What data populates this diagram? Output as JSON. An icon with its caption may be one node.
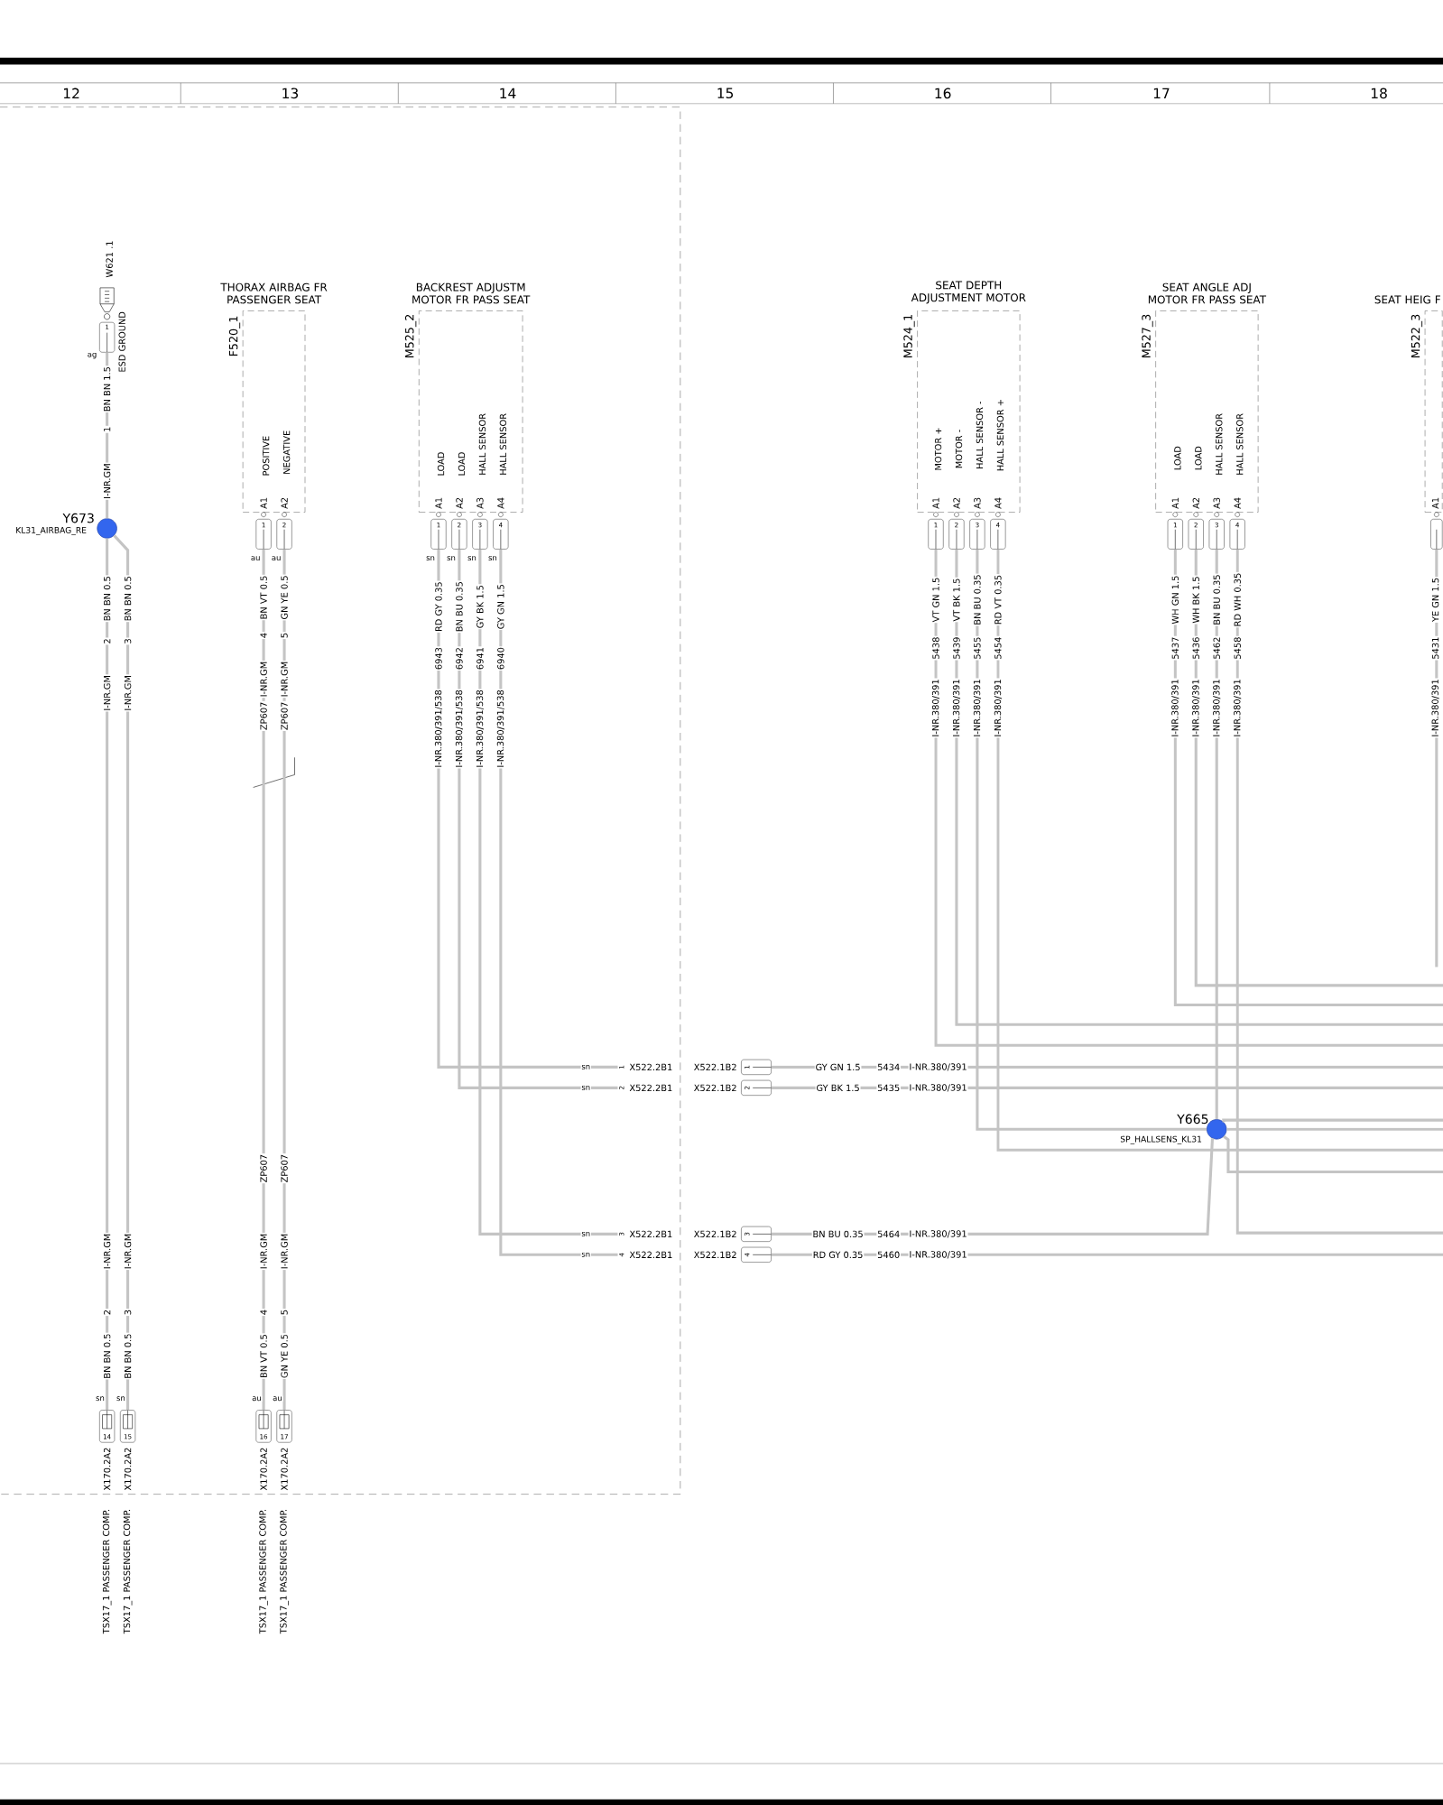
{
  "diagram": {
    "nodes": [
      {
        "text": [
          "1"
        ],
        "beside": [
          "W621 .1",
          "ESD GROUND",
          "ag"
        ]
      },
      {
        "text": [],
        "shape": "circle",
        "beside": [
          "Y673",
          "KL31_AIRBAG_RE"
        ]
      },
      {
        "text": [
          "THORAX AIRBAG FR PASSENGER SEAT",
          "F520_1"
        ]
      },
      {
        "text": [
          "1"
        ]
      },
      {
        "text": [
          "2"
        ]
      },
      {
        "text": [
          "BACKREST ADJUSTM MOTOR FR PASS SEAT",
          "M525_2"
        ]
      },
      {
        "text": [
          "1"
        ]
      },
      {
        "text": [
          "2"
        ]
      },
      {
        "text": [
          "3"
        ]
      },
      {
        "text": [
          "4"
        ]
      },
      {
        "text": [
          "SEAT DEPTH ADJUSTMENT MOTOR",
          "M524_1"
        ]
      },
      {
        "text": [
          "1"
        ]
      },
      {
        "text": [
          "2"
        ]
      },
      {
        "text": [
          "3"
        ]
      },
      {
        "text": [
          "4"
        ]
      },
      {
        "text": [
          "SEAT ANGLE ADJ MOTOR FR PASS SEAT",
          "M527_3"
        ]
      },
      {
        "text": [
          "1"
        ]
      },
      {
        "text": [
          "2"
        ]
      },
      {
        "text": [
          "3"
        ]
      },
      {
        "text": [
          "4"
        ]
      },
      {
        "text": [
          "SEAT HEIG F",
          "M522_3"
        ]
      },
      {
        "text": [],
        "shape": "box"
      },
      {
        "text": [],
        "shape": "circle",
        "beside": [
          "Y665",
          "SP_HALLSENS_KL31"
        ]
      },
      {
        "text": [
          "1"
        ],
        "beside": [
          "X522.2B1"
        ]
      },
      {
        "text": [
          "2"
        ],
        "beside": [
          "X522.2B1"
        ]
      },
      {
        "text": [
          "3"
        ],
        "beside": [
          "X522.2B1"
        ]
      },
      {
        "text": [
          "4"
        ],
        "beside": [
          "X522.2B1"
        ]
      },
      {
        "text": [
          "1"
        ],
        "beside": [
          "X522.1B2"
        ]
      },
      {
        "text": [
          "2"
        ],
        "beside": [
          "X522.1B2"
        ]
      },
      {
        "text": [
          "3"
        ],
        "beside": [
          "X522.1B2"
        ]
      },
      {
        "text": [
          "4"
        ],
        "beside": [
          "X522.1B2"
        ]
      },
      {
        "text": [
          "14"
        ]
      },
      {
        "text": [
          "15"
        ]
      },
      {
        "text": [
          "16"
        ]
      },
      {
        "text": [
          "17"
        ]
      }
    ],
    "edges": [
      {
        "from": 0,
        "to": 1,
        "arrow": "none"
      },
      {
        "from": 1,
        "to": 31,
        "arrow": "none"
      },
      {
        "from": 1,
        "to": 32,
        "arrow": "none"
      },
      {
        "from": 3,
        "to": 33,
        "arrow": "none"
      },
      {
        "from": 4,
        "to": 34,
        "arrow": "none"
      },
      {
        "from": 6,
        "to": 23,
        "arrow": "none"
      },
      {
        "from": 7,
        "to": 24,
        "arrow": "none"
      },
      {
        "from": 8,
        "to": 25,
        "arrow": "none"
      },
      {
        "from": 9,
        "to": 26,
        "arrow": "none"
      },
      {
        "from": 27,
        "to": null,
        "arrow": "none"
      },
      {
        "from": 28,
        "to": null,
        "arrow": "none"
      },
      {
        "from": 11,
        "to": null,
        "arrow": "none"
      },
      {
        "from": 12,
        "to": null,
        "arrow": "none"
      },
      {
        "from": 13,
        "to": 22,
        "arrow": "none"
      },
      {
        "from": 14,
        "to": null,
        "arrow": "none"
      },
      {
        "from": 16,
        "to": null,
        "arrow": "none"
      },
      {
        "from": 17,
        "to": null,
        "arrow": "none"
      },
      {
        "from": 18,
        "to": 22,
        "arrow": "none"
      },
      {
        "from": 19,
        "to": null,
        "arrow": "none"
      },
      {
        "from": 29,
        "to": 22,
        "arrow": "none"
      },
      {
        "from": 30,
        "to": null,
        "arrow": "none"
      },
      {
        "from": 22,
        "to": null,
        "arrow": "none"
      },
      {
        "from": 22,
        "to": null,
        "arrow": "none"
      },
      {
        "from": 22,
        "to": null,
        "arrow": "none"
      },
      {
        "from": 21,
        "to": null,
        "arrow": "none"
      }
    ],
    "labels": [
      "12",
      "13",
      "14",
      "15",
      "16",
      "17",
      "18",
      "BN BN 1.5",
      "1",
      "I-NR.GM",
      "BN BN 0.5",
      "2",
      "I-NR.GM",
      "BN BN 0.5",
      "3",
      "I-NR.GM",
      "POSITIVE",
      "NEGATIVE",
      "A1",
      "A2",
      "au",
      "au",
      "BN VT 0.5",
      "4",
      "I-NR.GM",
      "ZP607",
      "GN YE 0.5",
      "5",
      "I-NR.GM",
      "ZP607",
      "LOAD",
      "LOAD",
      "HALL SENSOR",
      "HALL SENSOR",
      "A1",
      "A2",
      "A3",
      "A4",
      "sn",
      "sn",
      "sn",
      "sn",
      "RD GY 0.35",
      "6943",
      "I-NR.380/391/538",
      "BN BU 0.35",
      "6942",
      "I-NR.380/391/538",
      "GY BK 1.5",
      "6941",
      "I-NR.380/391/538",
      "GY GN 1.5",
      "6940",
      "I-NR.380/391/538",
      "MOTOR +",
      "MOTOR -",
      "HALL SENSOR -",
      "HALL SENSOR +",
      "A1",
      "A2",
      "A3",
      "A4",
      "VT GN 1.5",
      "5438",
      "I-NR.380/391",
      "VT BK 1.5",
      "5439",
      "I-NR.380/391",
      "BN BU 0.35",
      "5455",
      "I-NR.380/391",
      "RD VT 0.35",
      "5454",
      "I-NR.380/391",
      "LOAD",
      "LOAD",
      "HALL SENSOR",
      "HALL SENSOR",
      "A1",
      "A2",
      "A3",
      "A4",
      "WH GN 1.5",
      "5437",
      "I-NR.380/391",
      "WH BK 1.5",
      "5436",
      "I-NR.380/391",
      "BN BU 0.35",
      "5462",
      "I-NR.380/391",
      "RD WH 0.35",
      "5458",
      "I-NR.380/391",
      "A1",
      "YE GN 1.5",
      "5431",
      "I-NR.380/391",
      "sn",
      "GY GN 1.5",
      "5434",
      "I-NR.380/391",
      "sn",
      "GY BK 1.5",
      "5435",
      "I-NR.380/391",
      "sn",
      "BN BU 0.35",
      "5464",
      "I-NR.380/391",
      "sn",
      "RD GY 0.35",
      "5460",
      "I-NR.380/391",
      "I-NR.GM",
      "2",
      "BN BN 0.5",
      "I-NR.GM",
      "3",
      "BN BN 0.5",
      "sn",
      "sn",
      "ZP607",
      "I-NR.GM",
      "4",
      "BN VT 0.5",
      "ZP607",
      "I-NR.GM",
      "5",
      "GN YE 0.5",
      "au",
      "au",
      "X170.2A2",
      "X170.2A2",
      "X170.2A2",
      "X170.2A2",
      "TSX17_1 PASSENGER COMP.",
      "TSX17_1 PASSENGER COMP.",
      "TSX17_1 PASSENGER COMP.",
      "TSX17_1 PASSENGER COMP."
    ]
  }
}
